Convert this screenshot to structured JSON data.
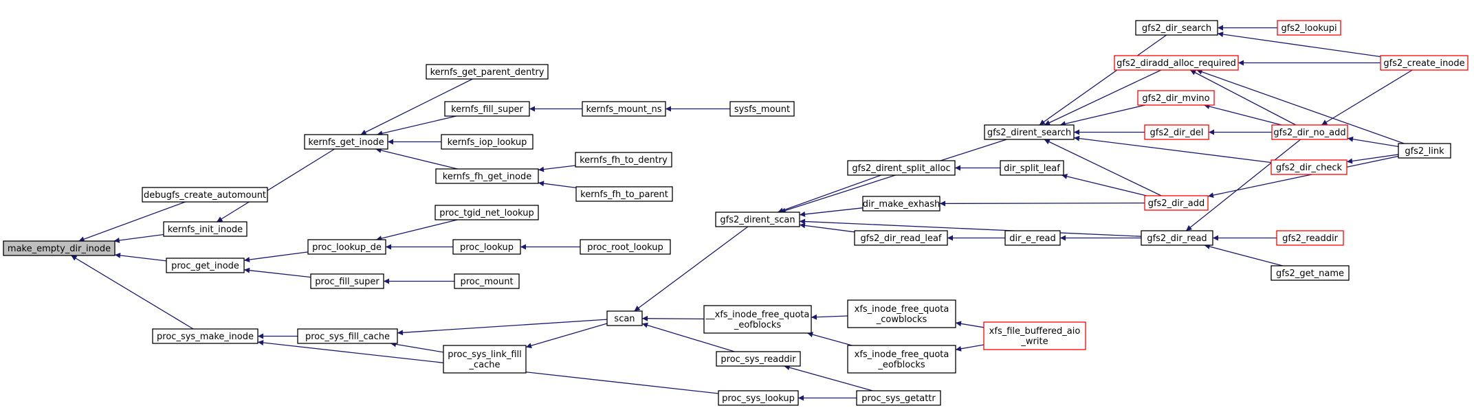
{
  "colors": {
    "edge": "#191970",
    "node_border": "#000000",
    "truncated_border": "#ff0000",
    "root_fill": "#bfbfbf",
    "node_fill": "#ffffff"
  },
  "nodes": [
    {
      "id": "make_empty_dir_inode",
      "lines": [
        "make_empty_dir_inode"
      ],
      "root": true
    },
    {
      "id": "debugfs_create_automount",
      "lines": [
        "debugfs_create_automount"
      ]
    },
    {
      "id": "kernfs_init_inode",
      "lines": [
        "kernfs_init_inode"
      ]
    },
    {
      "id": "proc_get_inode",
      "lines": [
        "proc_get_inode"
      ]
    },
    {
      "id": "proc_sys_make_inode",
      "lines": [
        "proc_sys_make_inode"
      ]
    },
    {
      "id": "kernfs_get_inode",
      "lines": [
        "kernfs_get_inode"
      ]
    },
    {
      "id": "proc_lookup_de",
      "lines": [
        "proc_lookup_de"
      ]
    },
    {
      "id": "proc_fill_super",
      "lines": [
        "proc_fill_super"
      ]
    },
    {
      "id": "proc_sys_fill_cache",
      "lines": [
        "proc_sys_fill_cache"
      ]
    },
    {
      "id": "kernfs_get_parent_dentry",
      "lines": [
        "kernfs_get_parent_dentry"
      ]
    },
    {
      "id": "kernfs_fill_super",
      "lines": [
        "kernfs_fill_super"
      ]
    },
    {
      "id": "kernfs_iop_lookup",
      "lines": [
        "kernfs_iop_lookup"
      ]
    },
    {
      "id": "kernfs_fh_get_inode",
      "lines": [
        "kernfs_fh_get_inode"
      ]
    },
    {
      "id": "proc_tgid_net_lookup",
      "lines": [
        "proc_tgid_net_lookup"
      ]
    },
    {
      "id": "proc_lookup",
      "lines": [
        "proc_lookup"
      ]
    },
    {
      "id": "proc_mount",
      "lines": [
        "proc_mount"
      ]
    },
    {
      "id": "proc_sys_link_fill_cache",
      "lines": [
        "proc_sys_link_fill",
        "_cache"
      ]
    },
    {
      "id": "kernfs_mount_ns",
      "lines": [
        "kernfs_mount_ns"
      ]
    },
    {
      "id": "kernfs_fh_to_dentry",
      "lines": [
        "kernfs_fh_to_dentry"
      ]
    },
    {
      "id": "kernfs_fh_to_parent",
      "lines": [
        "kernfs_fh_to_parent"
      ]
    },
    {
      "id": "proc_root_lookup",
      "lines": [
        "proc_root_lookup"
      ]
    },
    {
      "id": "sysfs_mount",
      "lines": [
        "sysfs_mount"
      ]
    },
    {
      "id": "scan",
      "lines": [
        "scan"
      ]
    },
    {
      "id": "gfs2_dirent_scan",
      "lines": [
        "gfs2_dirent_scan"
      ]
    },
    {
      "id": "xfs_inode_free_quota_eofblocks_1",
      "lines": [
        "__xfs_inode_free_quota",
        "_eofblocks"
      ]
    },
    {
      "id": "proc_sys_readdir",
      "lines": [
        "proc_sys_readdir"
      ]
    },
    {
      "id": "proc_sys_lookup",
      "lines": [
        "proc_sys_lookup"
      ]
    },
    {
      "id": "gfs2_dirent_search",
      "lines": [
        "gfs2_dirent_search"
      ]
    },
    {
      "id": "gfs2_dirent_split_alloc",
      "lines": [
        "gfs2_dirent_split_alloc"
      ]
    },
    {
      "id": "dir_make_exhash",
      "lines": [
        "dir_make_exhash"
      ]
    },
    {
      "id": "gfs2_dir_read_leaf",
      "lines": [
        "gfs2_dir_read_leaf"
      ]
    },
    {
      "id": "xfs_inode_free_quota_cowblocks",
      "lines": [
        "xfs_inode_free_quota",
        "_cowblocks"
      ]
    },
    {
      "id": "xfs_inode_free_quota_eofblocks_2",
      "lines": [
        "xfs_inode_free_quota",
        "_eofblocks"
      ]
    },
    {
      "id": "proc_sys_getattr",
      "lines": [
        "proc_sys_getattr"
      ]
    },
    {
      "id": "gfs2_dir_search",
      "lines": [
        "gfs2_dir_search"
      ]
    },
    {
      "id": "gfs2_diradd_alloc_required",
      "lines": [
        "gfs2_diradd_alloc_required"
      ],
      "red": true
    },
    {
      "id": "gfs2_dir_mvino",
      "lines": [
        "gfs2_dir_mvino"
      ],
      "red": true
    },
    {
      "id": "gfs2_dir_del",
      "lines": [
        "gfs2_dir_del"
      ],
      "red": true
    },
    {
      "id": "dir_split_leaf",
      "lines": [
        "dir_split_leaf"
      ]
    },
    {
      "id": "dir_e_read",
      "lines": [
        "dir_e_read"
      ]
    },
    {
      "id": "xfs_file_buffered_aio_write",
      "lines": [
        "xfs_file_buffered_aio",
        "_write"
      ],
      "red": true
    },
    {
      "id": "gfs2_lookupi",
      "lines": [
        "gfs2_lookupi"
      ],
      "red": true
    },
    {
      "id": "gfs2_dir_no_add",
      "lines": [
        "gfs2_dir_no_add"
      ],
      "red": true
    },
    {
      "id": "gfs2_dir_check",
      "lines": [
        "gfs2_dir_check"
      ],
      "red": true
    },
    {
      "id": "gfs2_dir_add",
      "lines": [
        "gfs2_dir_add"
      ],
      "red": true
    },
    {
      "id": "gfs2_dir_read",
      "lines": [
        "gfs2_dir_read"
      ]
    },
    {
      "id": "gfs2_create_inode",
      "lines": [
        "gfs2_create_inode"
      ],
      "red": true
    },
    {
      "id": "gfs2_link",
      "lines": [
        "gfs2_link"
      ]
    },
    {
      "id": "gfs2_readdir",
      "lines": [
        "gfs2_readdir"
      ],
      "red": true
    },
    {
      "id": "gfs2_get_name",
      "lines": [
        "gfs2_get_name"
      ]
    }
  ],
  "edges": [
    [
      "debugfs_create_automount",
      "make_empty_dir_inode"
    ],
    [
      "kernfs_init_inode",
      "make_empty_dir_inode"
    ],
    [
      "proc_get_inode",
      "make_empty_dir_inode"
    ],
    [
      "proc_sys_make_inode",
      "make_empty_dir_inode"
    ],
    [
      "kernfs_get_inode",
      "kernfs_init_inode"
    ],
    [
      "proc_lookup_de",
      "proc_get_inode"
    ],
    [
      "proc_fill_super",
      "proc_get_inode"
    ],
    [
      "proc_sys_fill_cache",
      "proc_sys_make_inode"
    ],
    [
      "proc_sys_lookup",
      "proc_sys_make_inode"
    ],
    [
      "kernfs_get_parent_dentry",
      "kernfs_get_inode"
    ],
    [
      "kernfs_fill_super",
      "kernfs_get_inode"
    ],
    [
      "kernfs_iop_lookup",
      "kernfs_get_inode"
    ],
    [
      "kernfs_fh_get_inode",
      "kernfs_get_inode"
    ],
    [
      "proc_tgid_net_lookup",
      "proc_lookup_de"
    ],
    [
      "proc_lookup",
      "proc_lookup_de"
    ],
    [
      "proc_mount",
      "proc_fill_super"
    ],
    [
      "scan",
      "proc_sys_fill_cache"
    ],
    [
      "proc_sys_link_fill_cache",
      "proc_sys_fill_cache"
    ],
    [
      "kernfs_mount_ns",
      "kernfs_fill_super"
    ],
    [
      "kernfs_fh_to_dentry",
      "kernfs_fh_get_inode"
    ],
    [
      "kernfs_fh_to_parent",
      "kernfs_fh_get_inode"
    ],
    [
      "proc_root_lookup",
      "proc_lookup"
    ],
    [
      "scan",
      "proc_sys_link_fill_cache"
    ],
    [
      "sysfs_mount",
      "kernfs_mount_ns"
    ],
    [
      "gfs2_dirent_scan",
      "scan"
    ],
    [
      "xfs_inode_free_quota_eofblocks_1",
      "scan"
    ],
    [
      "proc_sys_readdir",
      "scan"
    ],
    [
      "proc_sys_getattr",
      "proc_sys_lookup"
    ],
    [
      "gfs2_dirent_search",
      "gfs2_dirent_scan"
    ],
    [
      "gfs2_dirent_split_alloc",
      "gfs2_dirent_scan"
    ],
    [
      "dir_make_exhash",
      "gfs2_dirent_scan"
    ],
    [
      "gfs2_dir_read_leaf",
      "gfs2_dirent_scan"
    ],
    [
      "gfs2_dir_read",
      "gfs2_dirent_scan"
    ],
    [
      "xfs_inode_free_quota_cowblocks",
      "xfs_inode_free_quota_eofblocks_1"
    ],
    [
      "xfs_inode_free_quota_eofblocks_2",
      "xfs_inode_free_quota_eofblocks_1"
    ],
    [
      "proc_sys_getattr",
      "proc_sys_readdir"
    ],
    [
      "gfs2_dir_search",
      "gfs2_dirent_search"
    ],
    [
      "gfs2_diradd_alloc_required",
      "gfs2_dirent_search"
    ],
    [
      "gfs2_dir_mvino",
      "gfs2_dirent_search"
    ],
    [
      "gfs2_dir_del",
      "gfs2_dirent_search"
    ],
    [
      "gfs2_dir_check",
      "gfs2_dirent_search"
    ],
    [
      "gfs2_dir_add",
      "gfs2_dirent_search"
    ],
    [
      "dir_split_leaf",
      "gfs2_dirent_split_alloc"
    ],
    [
      "gfs2_dir_add",
      "dir_split_leaf"
    ],
    [
      "gfs2_dir_add",
      "dir_make_exhash"
    ],
    [
      "dir_e_read",
      "gfs2_dir_read_leaf"
    ],
    [
      "gfs2_dir_read",
      "dir_e_read"
    ],
    [
      "xfs_file_buffered_aio_write",
      "xfs_inode_free_quota_cowblocks"
    ],
    [
      "xfs_file_buffered_aio_write",
      "xfs_inode_free_quota_eofblocks_2"
    ],
    [
      "gfs2_lookupi",
      "gfs2_dir_search"
    ],
    [
      "gfs2_create_inode",
      "gfs2_dir_search"
    ],
    [
      "gfs2_create_inode",
      "gfs2_diradd_alloc_required"
    ],
    [
      "gfs2_dir_no_add",
      "gfs2_diradd_alloc_required"
    ],
    [
      "gfs2_link",
      "gfs2_diradd_alloc_required"
    ],
    [
      "gfs2_dir_no_add",
      "gfs2_dir_mvino"
    ],
    [
      "gfs2_dir_no_add",
      "gfs2_dir_del"
    ],
    [
      "gfs2_dir_no_add",
      "gfs2_dir_read"
    ],
    [
      "gfs2_link",
      "gfs2_dir_check"
    ],
    [
      "gfs2_link",
      "gfs2_dir_add"
    ],
    [
      "gfs2_create_inode",
      "gfs2_dir_no_add"
    ],
    [
      "gfs2_link",
      "gfs2_dir_no_add"
    ],
    [
      "gfs2_readdir",
      "gfs2_dir_read"
    ],
    [
      "gfs2_get_name",
      "gfs2_dir_read"
    ]
  ]
}
